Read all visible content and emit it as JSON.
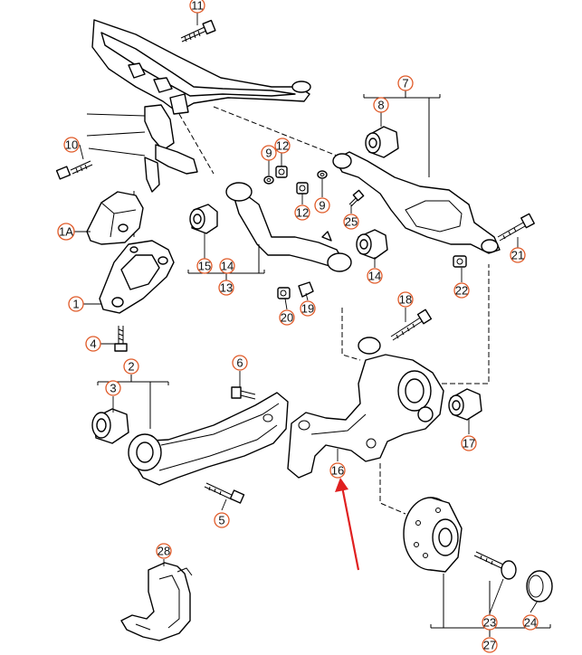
{
  "diagram": {
    "callouts": {
      "c11": "11",
      "c7": "7",
      "c8": "8",
      "c10": "10",
      "c9a": "9",
      "c12a": "12",
      "c12b": "12",
      "c9b": "9",
      "c25": "25",
      "c1A": "1A",
      "c21": "21",
      "c15": "15",
      "c14a": "14",
      "c13": "13",
      "c14b": "14",
      "c22": "22",
      "c1": "1",
      "c20": "20",
      "c19": "19",
      "c18": "18",
      "c4": "4",
      "c2": "2",
      "c6": "6",
      "c3": "3",
      "c17": "17",
      "c16": "16",
      "c5": "5",
      "c28": "28",
      "c23": "23",
      "c24": "24",
      "c27": "27"
    },
    "colors": {
      "callout_ring": "#e05a28",
      "highlight_arrow": "#e02020",
      "line_art": "#000000"
    }
  }
}
